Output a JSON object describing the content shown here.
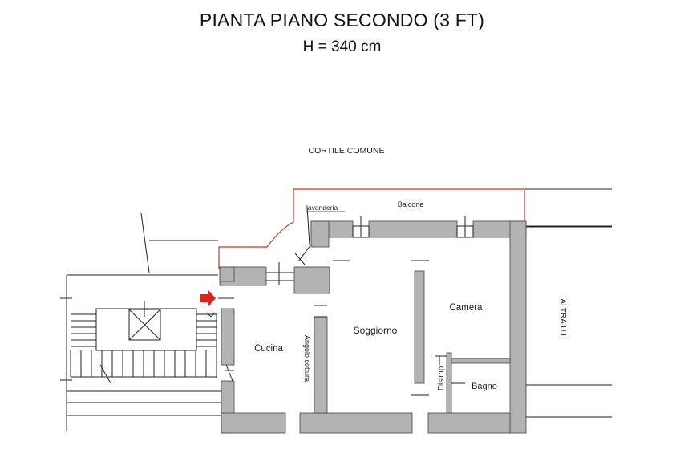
{
  "header": {
    "title": "PIANTA PIANO SECONDO (3 FT)",
    "subtitle": "H = 340 cm"
  },
  "labels": {
    "courtyard": "CORTILE COMUNE",
    "laundry": "lavanderia",
    "balcony": "Balcone",
    "kitchen": "Cucina",
    "cooking_corner": "Angolo cottura",
    "living": "Soggiorno",
    "bedroom": "Camera",
    "hallway": "Disimp",
    "bathroom": "Bagno",
    "other_unit": "ALTRA U.I."
  },
  "colors": {
    "wall": "#b3b3b3",
    "line": "#222222",
    "balcony_outline": "#c0392b",
    "entrance_arrow": "#e0211c"
  }
}
